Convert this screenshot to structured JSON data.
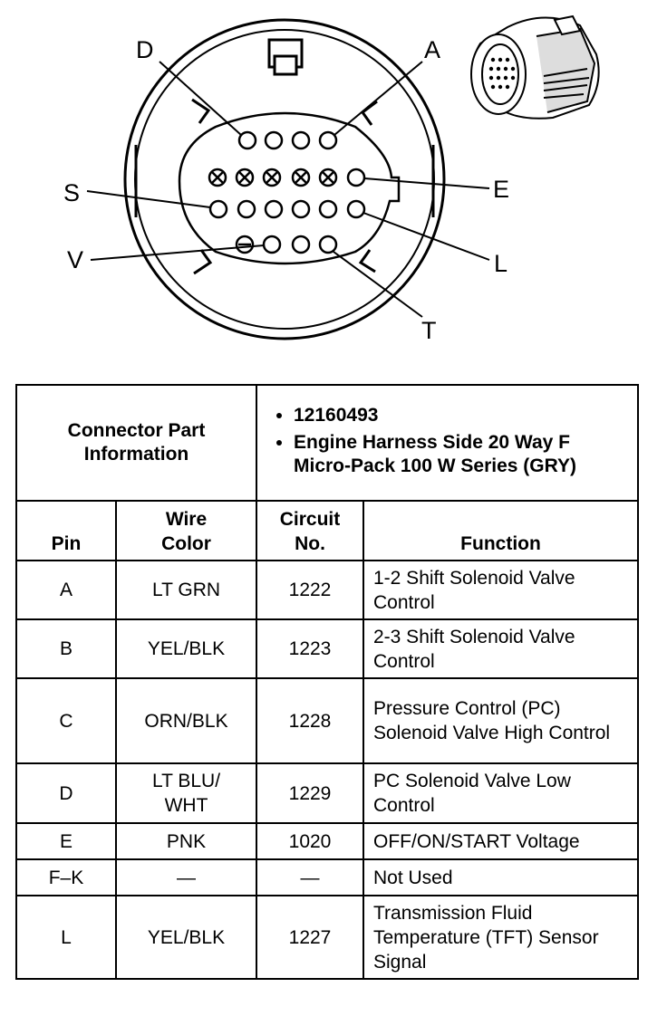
{
  "diagram": {
    "pin_labels": {
      "D": "D",
      "A": "A",
      "S": "S",
      "E": "E",
      "V": "V",
      "L": "L",
      "T": "T"
    }
  },
  "table": {
    "info_label_line1": "Connector Part",
    "info_label_line2": "Information",
    "info_items": [
      "12160493",
      "Engine Harness Side 20 Way F Micro-Pack 100 W Series (GRY)"
    ],
    "headers": {
      "pin": "Pin",
      "wire_color_line1": "Wire",
      "wire_color_line2": "Color",
      "circuit_line1": "Circuit",
      "circuit_line2": "No.",
      "function": "Function"
    },
    "rows": [
      {
        "pin": "A",
        "wire_color": "LT GRN",
        "circuit": "1222",
        "function": "1-2 Shift Solenoid Valve Control"
      },
      {
        "pin": "B",
        "wire_color": "YEL/BLK",
        "circuit": "1223",
        "function": "2-3 Shift Solenoid Valve Control"
      },
      {
        "pin": "C",
        "wire_color": "ORN/BLK",
        "circuit": "1228",
        "function": "Pressure Control (PC) Solenoid Valve High Control"
      },
      {
        "pin": "D",
        "wire_color": "LT BLU/ WHT",
        "circuit": "1229",
        "function": "PC Solenoid Valve Low Control"
      },
      {
        "pin": "E",
        "wire_color": "PNK",
        "circuit": "1020",
        "function": "OFF/ON/START Voltage"
      },
      {
        "pin": "F–K",
        "wire_color": "—",
        "circuit": "—",
        "function": "Not Used"
      },
      {
        "pin": "L",
        "wire_color": "YEL/BLK",
        "circuit": "1227",
        "function": "Transmission Fluid Temperature (TFT) Sensor Signal"
      }
    ]
  }
}
